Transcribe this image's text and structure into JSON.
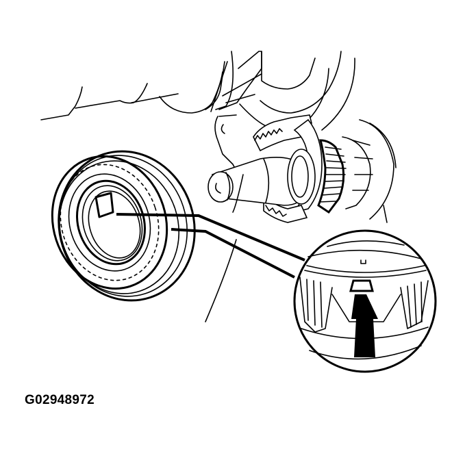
{
  "figure": {
    "id_label": "G02948972",
    "description": "Synchronizer sleeve/hub removed from transmission shaft, detail callout circle with arrow pointing to alignment notch",
    "colors": {
      "line": "#000000",
      "background": "#ffffff"
    }
  },
  "parts": {
    "housing": "transmission-housing",
    "shaft": "mainshaft",
    "gear": "gear-with-shift-fork",
    "sleeve": "synchronizer-sleeve",
    "callout": "detail-magnifier-circle",
    "arrow": "alignment-arrow"
  }
}
